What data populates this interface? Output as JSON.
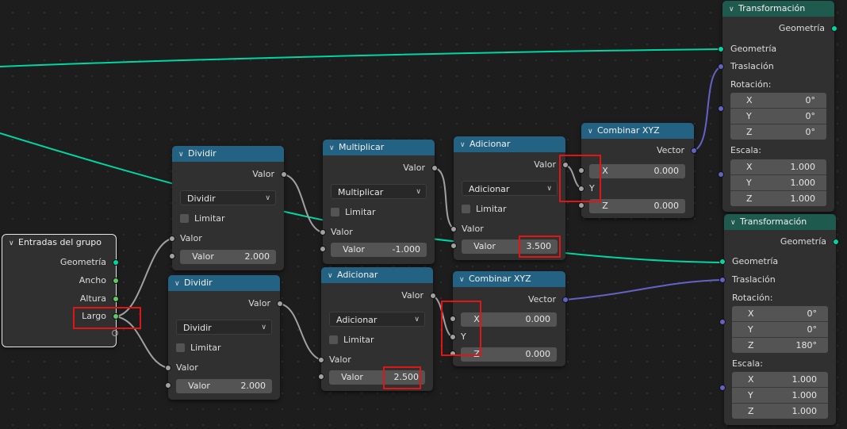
{
  "colors": {
    "geometry_wire": "#00d6a3",
    "vector_wire": "#6363c7",
    "float_wire": "#a1a1a1",
    "math_header": "#246283",
    "geometry_header": "#1e5a4e",
    "highlight": "#e01616"
  },
  "group_input": {
    "title": "Entradas del grupo",
    "outputs": [
      "Geometría",
      "Ancho",
      "Altura",
      "Largo"
    ]
  },
  "divide1": {
    "title": "Dividir",
    "output": "Valor",
    "operation": "Dividir",
    "clamp": "Limitar",
    "input": "Valor",
    "value_label": "Valor",
    "value": "2.000"
  },
  "divide2": {
    "title": "Dividir",
    "output": "Valor",
    "operation": "Dividir",
    "clamp": "Limitar",
    "input": "Valor",
    "value_label": "Valor",
    "value": "2.000"
  },
  "multiply": {
    "title": "Multiplicar",
    "output": "Valor",
    "operation": "Multiplicar",
    "clamp": "Limitar",
    "input": "Valor",
    "value_label": "Valor",
    "value": "-1.000"
  },
  "add_top": {
    "title": "Adicionar",
    "output": "Valor",
    "operation": "Adicionar",
    "clamp": "Limitar",
    "input": "Valor",
    "value_label": "Valor",
    "value": "3.500"
  },
  "add_bottom": {
    "title": "Adicionar",
    "output": "Valor",
    "operation": "Adicionar",
    "clamp": "Limitar",
    "input": "Valor",
    "value_label": "Valor",
    "value": "2.500"
  },
  "combine_top": {
    "title": "Combinar XYZ",
    "output": "Vector",
    "x_label": "X",
    "x_value": "0.000",
    "y_label": "Y",
    "z_label": "Z",
    "z_value": "0.000"
  },
  "combine_bottom": {
    "title": "Combinar XYZ",
    "output": "Vector",
    "x_label": "X",
    "x_value": "0.000",
    "y_label": "Y",
    "z_label": "Z",
    "z_value": "0.000"
  },
  "transform_top": {
    "title": "Transformación",
    "output": "Geometría",
    "geometry": "Geometría",
    "translation": "Traslación",
    "rotation_label": "Rotación:",
    "rotation": [
      {
        "axis": "X",
        "value": "0°"
      },
      {
        "axis": "Y",
        "value": "0°"
      },
      {
        "axis": "Z",
        "value": "0°"
      }
    ],
    "scale_label": "Escala:",
    "scale": [
      {
        "axis": "X",
        "value": "1.000"
      },
      {
        "axis": "Y",
        "value": "1.000"
      },
      {
        "axis": "Z",
        "value": "1.000"
      }
    ]
  },
  "transform_bottom": {
    "title": "Transformación",
    "output": "Geometría",
    "geometry": "Geometría",
    "translation": "Traslación",
    "rotation_label": "Rotación:",
    "rotation": [
      {
        "axis": "X",
        "value": "0°"
      },
      {
        "axis": "Y",
        "value": "0°"
      },
      {
        "axis": "Z",
        "value": "180°"
      }
    ],
    "scale_label": "Escala:",
    "scale": [
      {
        "axis": "X",
        "value": "1.000"
      },
      {
        "axis": "Y",
        "value": "1.000"
      },
      {
        "axis": "Z",
        "value": "1.000"
      }
    ]
  }
}
